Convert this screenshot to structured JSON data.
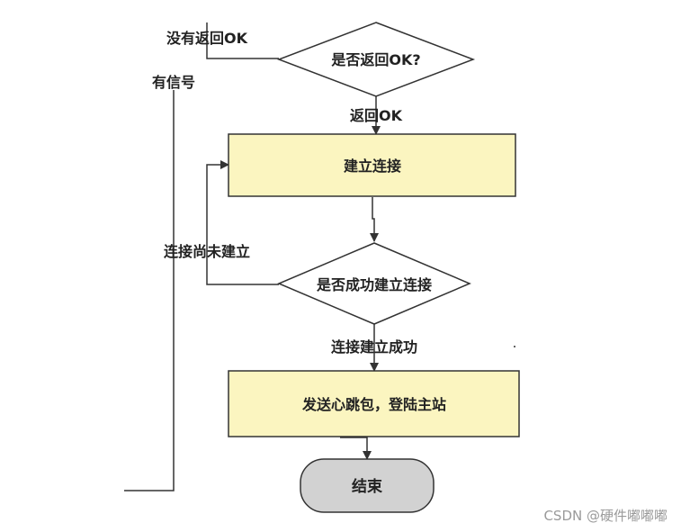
{
  "flowchart": {
    "decision_returned_ok": "是否返回OK?",
    "label_no_ok": "没有返回OK",
    "label_has_signal": "有信号",
    "label_returned_ok": "返回OK",
    "process_connect": "建立连接",
    "label_not_connected": "连接尚未建立",
    "decision_connected": "是否成功建立连接",
    "label_connected": "连接建立成功",
    "process_heartbeat": "发送心跳包，登陆主站",
    "terminal_end": "结束"
  },
  "watermark": "CSDN @硬件嘟嘟嘟",
  "colors": {
    "process_fill": "#fbf5c0",
    "terminal_fill": "#d2d2d2",
    "line": "#333333"
  }
}
